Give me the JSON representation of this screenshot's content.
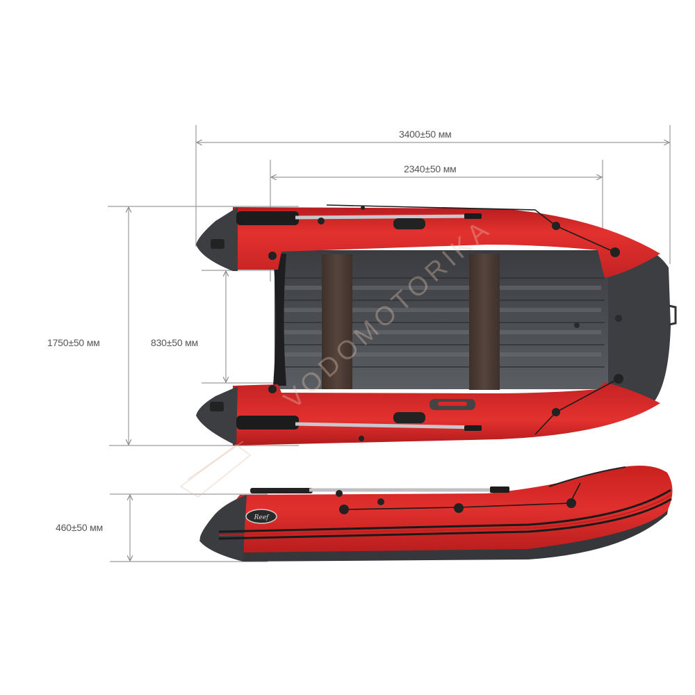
{
  "image": {
    "subject": "Inflatable boat dimension diagram",
    "background": "#ffffff",
    "colors": {
      "hull_red": "#d8282a",
      "hull_dark_gray": "#3c3e42",
      "floor_gray": "#55585c",
      "bench_brown": "#4a3b34",
      "dimension_line": "#999999",
      "label_text": "#555555"
    }
  },
  "dimensions": {
    "overall_length": {
      "label": "3400±50 мм"
    },
    "inner_length": {
      "label": "2340±50 мм"
    },
    "overall_width": {
      "label": "1750±50 мм"
    },
    "inner_width": {
      "label": "830±50 мм"
    },
    "tube_height": {
      "label": "460±50 мм"
    }
  },
  "views": {
    "top_view": {
      "name": "Top view of boat"
    },
    "side_view": {
      "name": "Side view of boat",
      "logo_text": "Reef"
    }
  },
  "watermark": {
    "text": "VODOMOTORIKA"
  }
}
